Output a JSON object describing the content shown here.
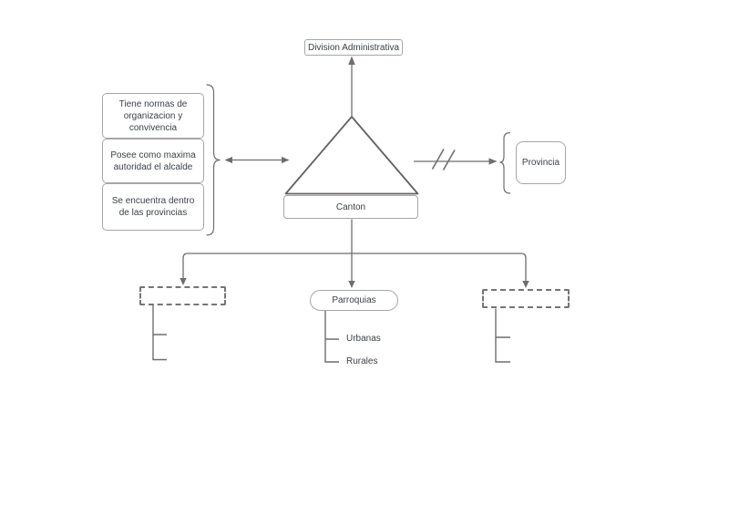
{
  "diagram": {
    "top_node": {
      "label": "Division Administrativa"
    },
    "center_node": {
      "label": "Canton"
    },
    "right_node": {
      "label": "Provincia"
    },
    "notes": [
      "Tiene normas de organizacion y convivencia",
      "Posee como maxima autoridad el alcalde",
      "Se encuentra dentro de las provincias"
    ],
    "bottom_node": {
      "label": "Parroquias"
    },
    "parroquias_children": [
      "Urbanas",
      "Rurales"
    ],
    "colors": {
      "background": "#ffffff",
      "connector_stroke": "#6e6e6e",
      "triangle_stroke": "#616161",
      "shape_border": "#a6a6a6",
      "dashed_border": "#757575",
      "text": "#3b4148"
    }
  }
}
